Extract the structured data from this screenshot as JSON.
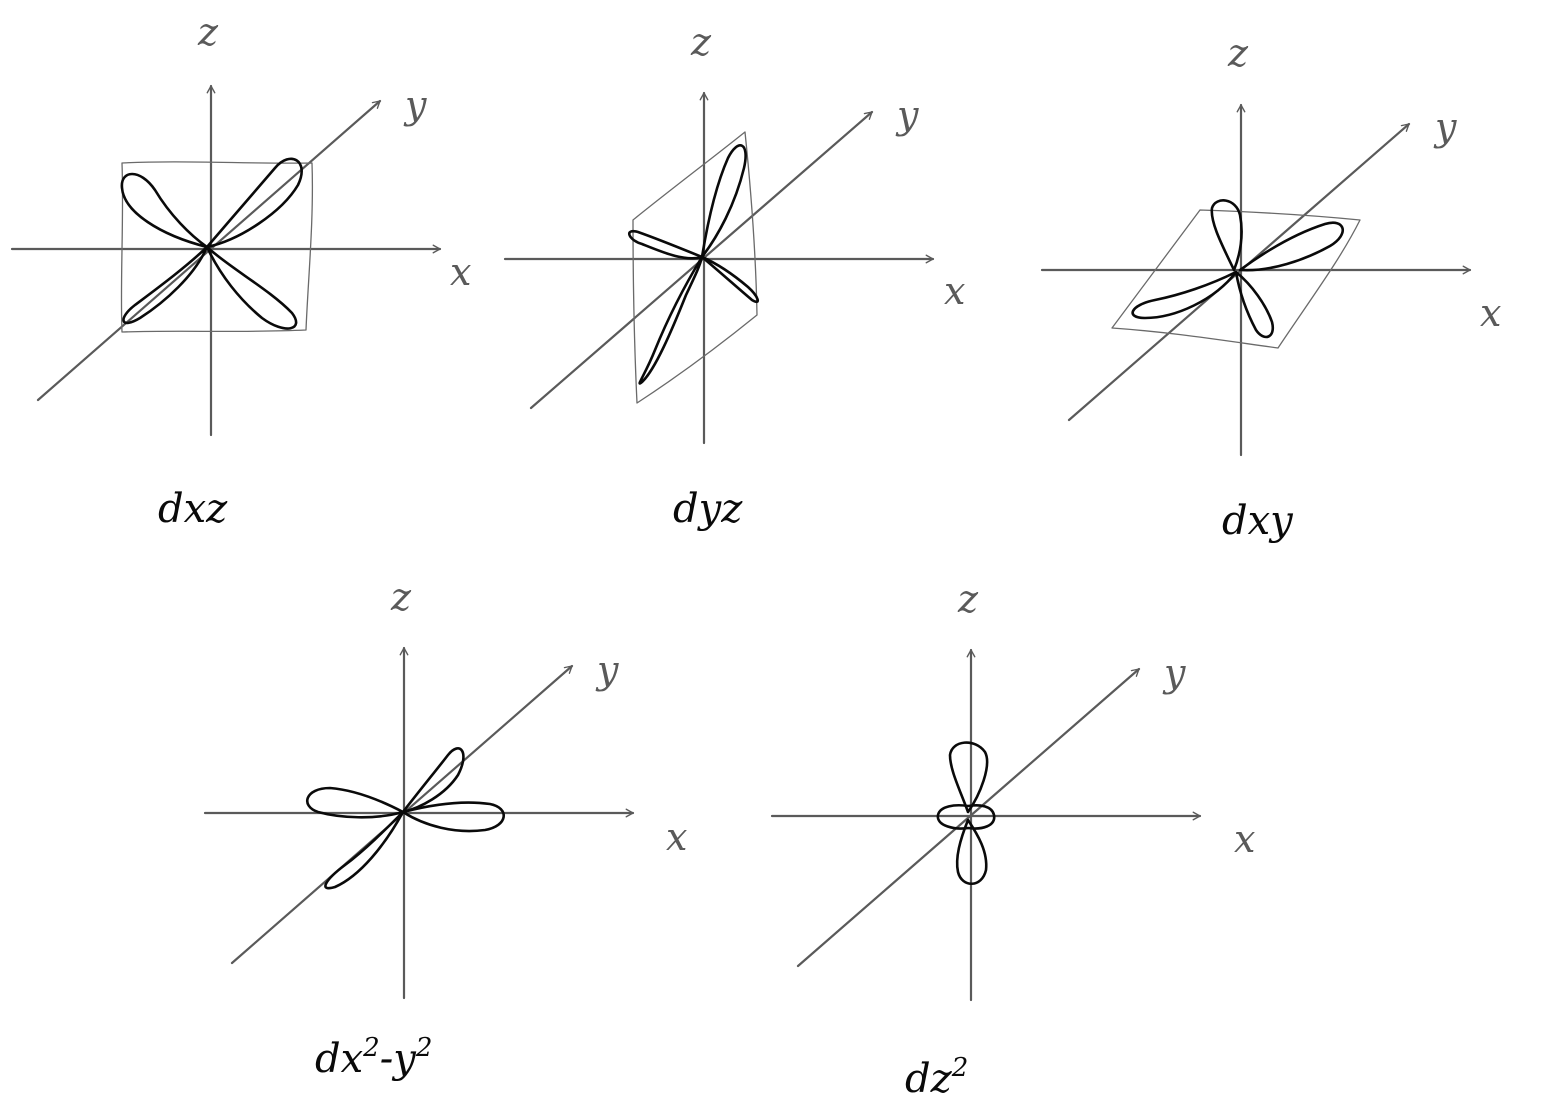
{
  "colors": {
    "axis": "#5a5a5a",
    "lobe": "#0a0a0a",
    "background": "#ffffff"
  },
  "diagrams": [
    {
      "id": "dxz",
      "axes": {
        "z": "z",
        "y": "y",
        "x": "x"
      },
      "label": {
        "base": "d",
        "sub": "xz",
        "sup1": "",
        "mid": "",
        "sup2": ""
      }
    },
    {
      "id": "dyz",
      "axes": {
        "z": "z",
        "y": "y",
        "x": "x"
      },
      "label": {
        "base": "d",
        "sub": "yz",
        "sup1": "",
        "mid": "",
        "sup2": ""
      }
    },
    {
      "id": "dxy",
      "axes": {
        "z": "z",
        "y": "y",
        "x": "x"
      },
      "label": {
        "base": "d",
        "sub": "xy",
        "sup1": "",
        "mid": "",
        "sup2": ""
      }
    },
    {
      "id": "dx2y2",
      "axes": {
        "z": "z",
        "y": "y",
        "x": "x"
      },
      "label": {
        "base": "d",
        "sub": "x",
        "sup1": "2",
        "mid": "-y",
        "sup2": "2"
      }
    },
    {
      "id": "dz2",
      "axes": {
        "z": "z",
        "y": "y",
        "x": "x"
      },
      "label": {
        "base": "d",
        "sub": "z",
        "sup1": "2",
        "mid": "",
        "sup2": ""
      }
    }
  ]
}
